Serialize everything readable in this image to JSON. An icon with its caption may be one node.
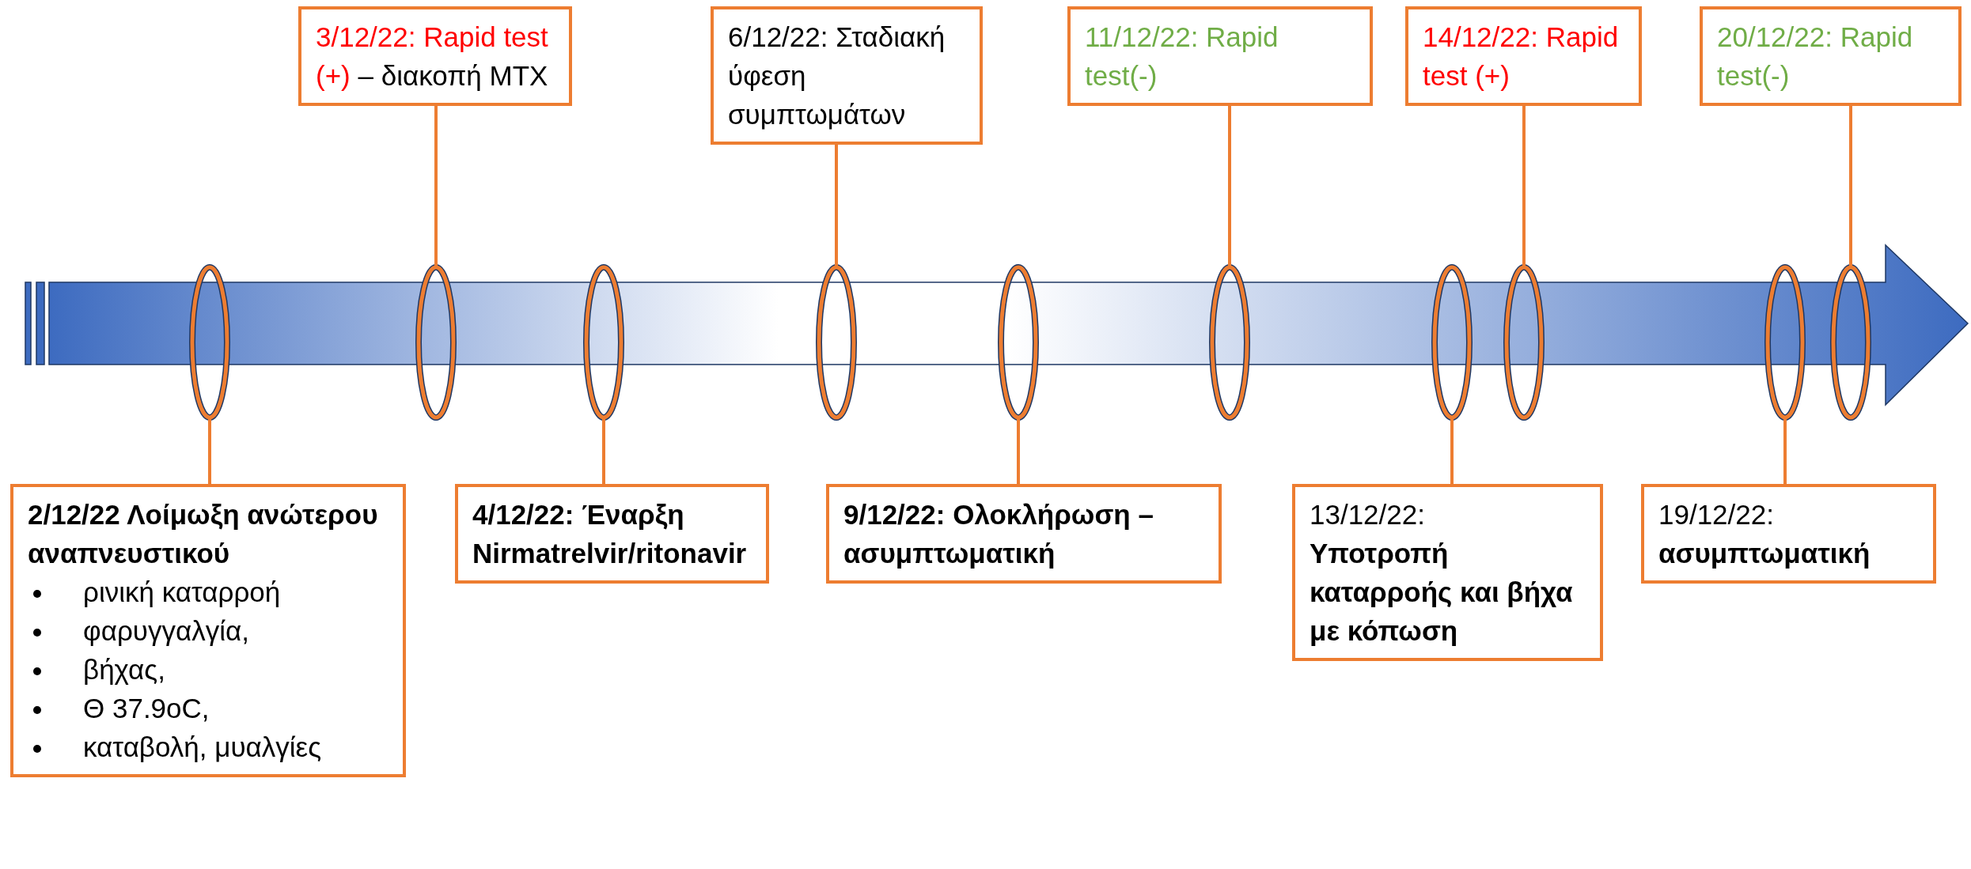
{
  "diagram": {
    "nodes": [
      {
        "text": [
          "2/12/22 Λοίμωξη ανώτερου αναπνευστικού",
          "ρινική καταρροή",
          "φαρυγγαλγία,",
          "βήχας,",
          "Θ 37.9oC,",
          "καταβολή, μυαλγίες"
        ]
      },
      {
        "text": [
          "3/12/22: Rapid test (+)",
          "– διακοπή MTX"
        ]
      },
      {
        "text": [
          "4/12/22: Έναρξη Nirmatrelvir/ritonavir"
        ]
      },
      {
        "text": [
          "6/12/22: Σταδιακή ύφεση συμπτωμάτων"
        ]
      },
      {
        "text": [
          "9/12/22: Ολοκλήρωση – ασυμπτωματική"
        ]
      },
      {
        "text": [
          "11/12/22: Rapid test(-)"
        ]
      },
      {
        "text": [
          "13/12/22:",
          "Υποτροπή καταρροής και βήχα με κόπωση"
        ]
      },
      {
        "text": [
          "14/12/22: Rapid test (+)"
        ]
      },
      {
        "text": [
          "19/12/22:",
          "ασυμπτωματική"
        ]
      },
      {
        "text": [
          "20/12/22: Rapid test(-)"
        ]
      },
      {
        "text": [],
        "shape": "ring"
      },
      {
        "text": [],
        "shape": "ring"
      },
      {
        "text": [],
        "shape": "ring"
      },
      {
        "text": [],
        "shape": "ring"
      },
      {
        "text": [],
        "shape": "ring"
      },
      {
        "text": [],
        "shape": "ring"
      },
      {
        "text": [],
        "shape": "ring"
      },
      {
        "text": [],
        "shape": "ring"
      },
      {
        "text": [],
        "shape": "ring"
      },
      {
        "text": [],
        "shape": "ring"
      }
    ],
    "edges": [
      {
        "from": 0,
        "to": 10,
        "arrow": "none"
      },
      {
        "from": 1,
        "to": 11,
        "arrow": "none"
      },
      {
        "from": 2,
        "to": 12,
        "arrow": "none"
      },
      {
        "from": 3,
        "to": 13,
        "arrow": "none"
      },
      {
        "from": 4,
        "to": 14,
        "arrow": "none"
      },
      {
        "from": 5,
        "to": 15,
        "arrow": "none"
      },
      {
        "from": 6,
        "to": 16,
        "arrow": "none"
      },
      {
        "from": 7,
        "to": 17,
        "arrow": "none"
      },
      {
        "from": 8,
        "to": 18,
        "arrow": "none"
      },
      {
        "from": 9,
        "to": 19,
        "arrow": "none"
      }
    ]
  }
}
